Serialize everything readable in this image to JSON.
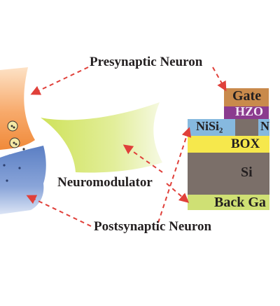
{
  "labels": {
    "presynaptic": "Presynaptic Neuron",
    "postsynaptic": "Postsynaptic Neuron",
    "neuromodulator": "Neuromodulator"
  },
  "device_layers": {
    "gate": "Gate",
    "hzo": "HZO",
    "nisi2": "NiSi₂",
    "nisi2_right": "N",
    "box": "BOX",
    "si": "Si",
    "back_gate": "Back Ga"
  },
  "colors": {
    "arrow": "#e0403a",
    "gate": "#c98a4c",
    "hzo": "#8b3b8f",
    "nisi2": "#86b9df",
    "box": "#f6e84c",
    "si": "#7b6f69",
    "back_gate": "#cfe074",
    "text": "#231f20"
  }
}
